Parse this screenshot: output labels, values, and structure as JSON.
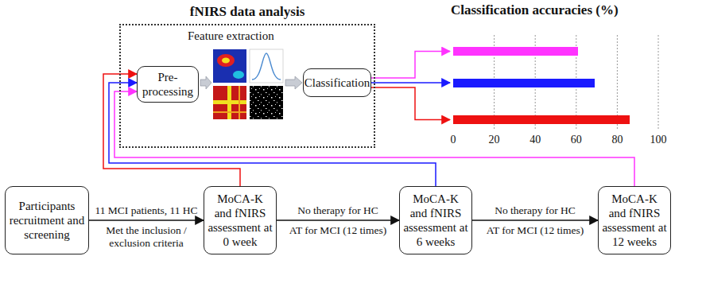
{
  "diagram": {
    "nodes": [
      {
        "text": [
          "fNIRS data analysis",
          "Feature extraction"
        ]
      },
      {
        "text": [
          "Pre-processing"
        ],
        "in": 0
      },
      {
        "text": [
          "Classification"
        ],
        "in": 0
      },
      {
        "text": [
          "Participants recruitment and screening"
        ]
      },
      {
        "text": [
          "MoCA-K and fNIRS assessment at 0 week"
        ]
      },
      {
        "text": [
          "MoCA-K and fNIRS assessment at 6 weeks"
        ]
      },
      {
        "text": [
          "MoCA-K and fNIRS assessment at 12 weeks"
        ]
      }
    ],
    "edges": [
      {
        "from": 3,
        "to": 4,
        "label": "11 MCI patients, 11 HC",
        "arrow": "to"
      },
      {
        "from": 4,
        "to": 5,
        "label": "No therapy for HC",
        "arrow": "to"
      },
      {
        "from": 5,
        "to": 6,
        "label": "No therapy for HC",
        "arrow": "to"
      },
      {
        "from": 4,
        "to": 1,
        "arrow": "to"
      },
      {
        "from": 5,
        "to": 1,
        "arrow": "to"
      },
      {
        "from": 6,
        "to": 1,
        "arrow": "to"
      }
    ],
    "labels": [
      "Met the inclusion / exclusion criteria",
      "AT for MCI (12 times)",
      "AT for MCI (12 times)",
      "Classification accuracies (%)",
      "0",
      "20",
      "40",
      "60",
      "80",
      "100"
    ]
  }
}
